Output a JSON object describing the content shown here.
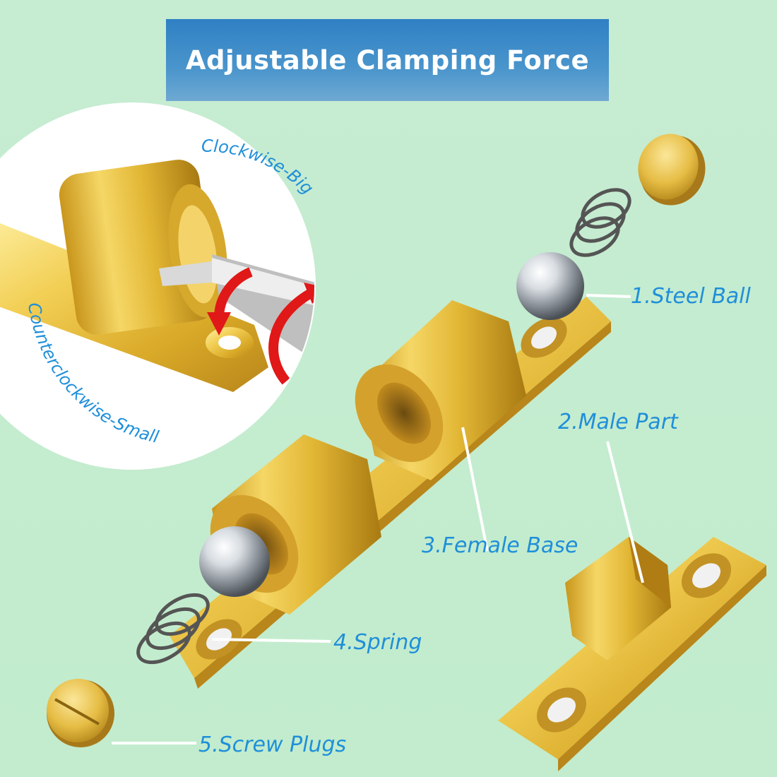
{
  "banner": {
    "title": "Adjustable Clamping Force"
  },
  "inset": {
    "clockwise_label": "Clockwise-Big",
    "counterclockwise_label": "Counterclockwise-Small"
  },
  "parts": [
    {
      "label": "1.Steel Ball"
    },
    {
      "label": "2.Male Part"
    },
    {
      "label": "3.Female Base"
    },
    {
      "label": "4.Spring"
    },
    {
      "label": "5.Screw Plugs"
    }
  ],
  "colors": {
    "background": "#c4ecd0",
    "banner": "#3a88c8",
    "label_text": "#1f8fd9",
    "brass": "#e8c24a",
    "arrow": "#e01818"
  }
}
